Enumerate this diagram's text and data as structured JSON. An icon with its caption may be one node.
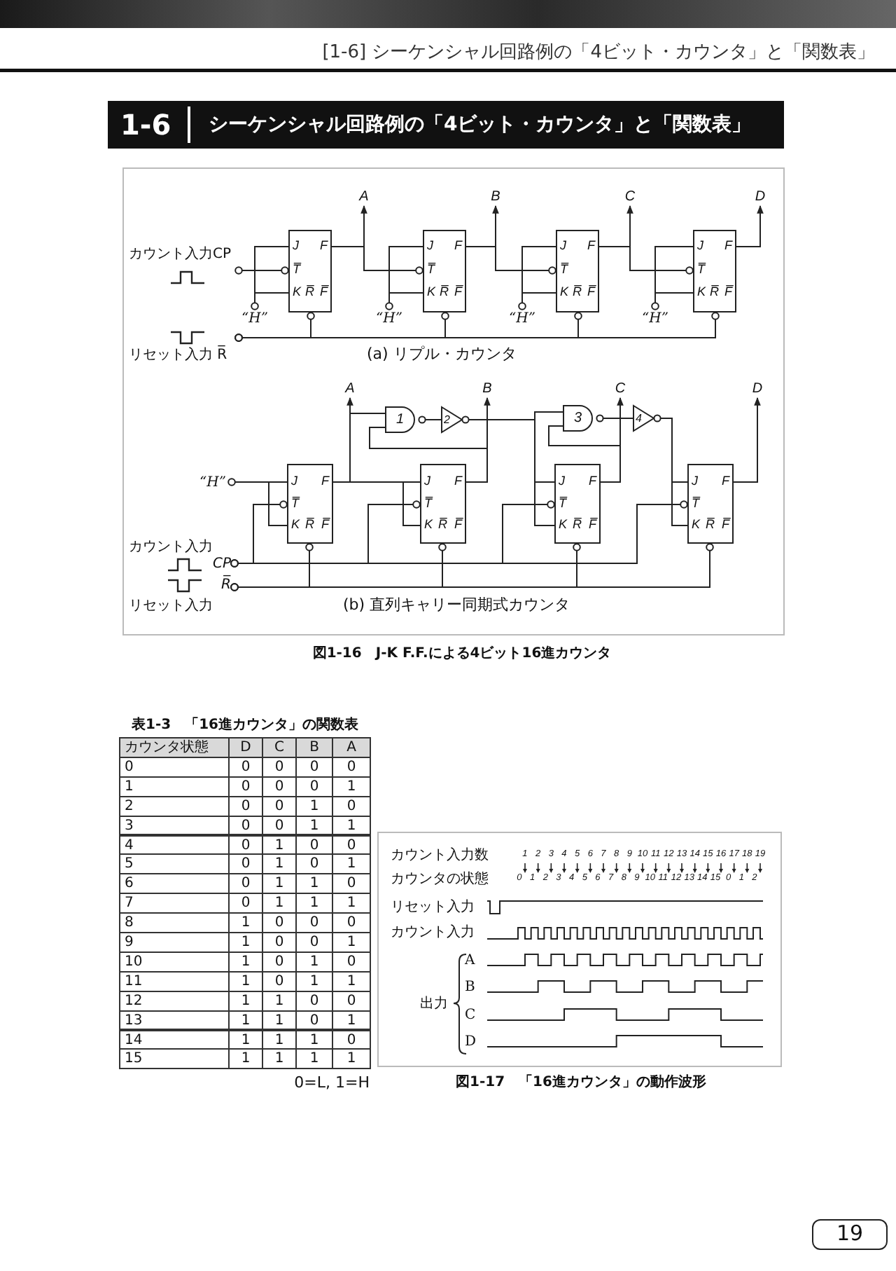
{
  "diagram": {
    "title": "シーケンシャル回路例の「4ビット・カウンタ」と「関数表」",
    "nodes": [
      {
        "text": [
          "J",
          "F",
          "T̅",
          "K",
          "R̅",
          "F̅"
        ]
      },
      {
        "text": [
          "J",
          "F",
          "T̅",
          "K",
          "R̅",
          "F̅"
        ]
      },
      {
        "text": [
          "J",
          "F",
          "T̅",
          "K",
          "R̅",
          "F̅"
        ]
      },
      {
        "text": [
          "J",
          "F",
          "T̅",
          "K",
          "R̅",
          "F̅"
        ]
      },
      {
        "text": [
          "カウント入力CP"
        ]
      },
      {
        "text": [
          "“H”"
        ]
      },
      {
        "text": [
          "“H”"
        ]
      },
      {
        "text": [
          "“H”"
        ]
      },
      {
        "text": [
          "“H”"
        ]
      },
      {
        "text": [
          "リセット入力 R̅"
        ]
      },
      {
        "text": [
          "A"
        ]
      },
      {
        "text": [
          "B"
        ]
      },
      {
        "text": [
          "C"
        ]
      },
      {
        "text": [
          "D"
        ]
      },
      {
        "text": [
          "J",
          "F",
          "T̅",
          "K",
          "R̅",
          "F̅"
        ]
      },
      {
        "text": [
          "J",
          "F",
          "T̅",
          "K",
          "R̅",
          "F̅"
        ]
      },
      {
        "text": [
          "J",
          "F",
          "T̅",
          "K",
          "R̅",
          "F̅"
        ]
      },
      {
        "text": [
          "J",
          "F",
          "T̅",
          "K",
          "R̅",
          "F̅"
        ]
      },
      {
        "text": [
          "1"
        ]
      },
      {
        "text": [
          "2"
        ]
      },
      {
        "text": [
          "3"
        ]
      },
      {
        "text": [
          "4"
        ]
      },
      {
        "text": [
          "“H”"
        ]
      },
      {
        "text": [
          "カウント入力",
          "CP"
        ]
      },
      {
        "text": [
          "R̅",
          "リセット入力"
        ]
      },
      {
        "text": [
          "A"
        ]
      },
      {
        "text": [
          "B"
        ]
      },
      {
        "text": [
          "C"
        ]
      },
      {
        "text": [
          "D"
        ]
      }
    ],
    "edges": [
      {
        "from": 4,
        "to": 0,
        "arrow": "other"
      },
      {
        "from": 5,
        "to": 0,
        "arrow": "other"
      },
      {
        "from": 6,
        "to": 1,
        "arrow": "other"
      },
      {
        "from": 7,
        "to": 2,
        "arrow": "other"
      },
      {
        "from": 8,
        "to": 3,
        "arrow": "other"
      },
      {
        "from": 0,
        "to": 1,
        "arrow": "other"
      },
      {
        "from": 1,
        "to": 2,
        "arrow": "other"
      },
      {
        "from": 2,
        "to": 3,
        "arrow": "other"
      },
      {
        "from": 0,
        "to": 10,
        "arrow": "to"
      },
      {
        "from": 1,
        "to": 11,
        "arrow": "to"
      },
      {
        "from": 2,
        "to": 12,
        "arrow": "to"
      },
      {
        "from": 3,
        "to": 13,
        "arrow": "to"
      },
      {
        "from": 9,
        "to": 0,
        "arrow": "other"
      },
      {
        "from": 9,
        "to": 1,
        "arrow": "other"
      },
      {
        "from": 9,
        "to": 2,
        "arrow": "other"
      },
      {
        "from": 9,
        "to": 3,
        "arrow": "other"
      },
      {
        "from": 22,
        "to": 14,
        "arrow": "other"
      },
      {
        "from": 23,
        "to": 14,
        "arrow": "other"
      },
      {
        "from": 23,
        "to": 15,
        "arrow": "other"
      },
      {
        "from": 23,
        "to": 16,
        "arrow": "other"
      },
      {
        "from": 23,
        "to": 17,
        "arrow": "other"
      },
      {
        "from": 24,
        "to": 14,
        "arrow": "other"
      },
      {
        "from": 24,
        "to": 15,
        "arrow": "other"
      },
      {
        "from": 24,
        "to": 16,
        "arrow": "other"
      },
      {
        "from": 24,
        "to": 17,
        "arrow": "other"
      },
      {
        "from": 14,
        "to": 25,
        "arrow": "to"
      },
      {
        "from": 15,
        "to": 26,
        "arrow": "to"
      },
      {
        "from": 16,
        "to": 27,
        "arrow": "to"
      },
      {
        "from": 17,
        "to": 28,
        "arrow": "to"
      },
      {
        "from": 14,
        "to": 15,
        "arrow": "none"
      },
      {
        "from": 14,
        "to": 18,
        "arrow": "none"
      },
      {
        "from": 15,
        "to": 18,
        "arrow": "none"
      },
      {
        "from": 18,
        "to": 19,
        "arrow": "none"
      },
      {
        "from": 19,
        "to": 16,
        "arrow": "none"
      },
      {
        "from": 19,
        "to": 20,
        "arrow": "none"
      },
      {
        "from": 16,
        "to": 20,
        "arrow": "none"
      },
      {
        "from": 20,
        "to": 21,
        "arrow": "none"
      },
      {
        "from": 21,
        "to": 17,
        "arrow": "none"
      }
    ],
    "labels": [
      "[1-6] シーケンシャル回路例の「4ビット・カウンタ」と「関数表」",
      "1-6",
      "(a) リプル・カウンタ",
      "(b) 直列キャリー同期式カウンタ",
      "図1-16　J-K F.F.による4ビット16進カウンタ",
      "表1-3　「16進カウンタ」の関数表",
      "カウンタ状態",
      "D",
      "C",
      "B",
      "A",
      "0",
      "0",
      "0",
      "0",
      "0",
      "1",
      "0",
      "0",
      "0",
      "1",
      "2",
      "0",
      "0",
      "1",
      "0",
      "3",
      "0",
      "0",
      "1",
      "1",
      "4",
      "0",
      "1",
      "0",
      "0",
      "5",
      "0",
      "1",
      "0",
      "1",
      "6",
      "0",
      "1",
      "1",
      "0",
      "7",
      "0",
      "1",
      "1",
      "1",
      "8",
      "1",
      "0",
      "0",
      "0",
      "9",
      "1",
      "0",
      "0",
      "1",
      "10",
      "1",
      "0",
      "1",
      "0",
      "11",
      "1",
      "0",
      "1",
      "1",
      "12",
      "1",
      "1",
      "0",
      "0",
      "13",
      "1",
      "1",
      "0",
      "1",
      "14",
      "1",
      "1",
      "1",
      "0",
      "15",
      "1",
      "1",
      "1",
      "1",
      "0=L, 1=H",
      "カウント入力数",
      "1",
      "2",
      "3",
      "4",
      "5",
      "6",
      "7",
      "8",
      "9",
      "10",
      "11",
      "12",
      "13",
      "14",
      "15",
      "16",
      "17",
      "18",
      "19",
      "カウンタの状態",
      "0",
      "1",
      "2",
      "3",
      "4",
      "5",
      "6",
      "7",
      "8",
      "9",
      "10",
      "11",
      "12",
      "13",
      "14",
      "15",
      "0",
      "1",
      "2",
      "リセット入力",
      "カウント入力",
      "A",
      "B",
      "C",
      "D",
      "出力",
      "図1-17　「16進カウンタ」の動作波形",
      "19"
    ]
  }
}
